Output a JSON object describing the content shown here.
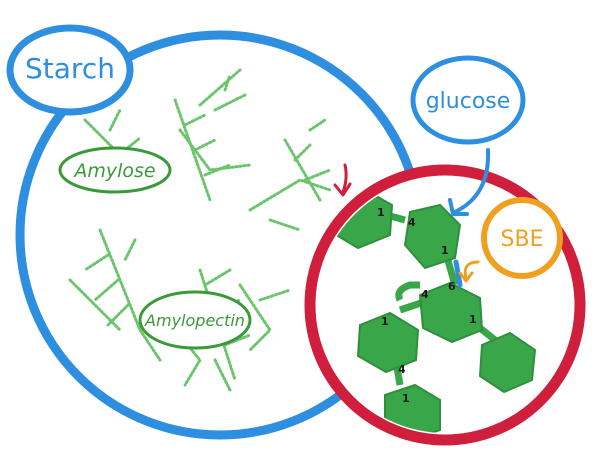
{
  "labels": {
    "starch": "Starch",
    "amylose": "Amylose",
    "amylopectin": "Amylopectin",
    "glucose": "glucose",
    "sbe": "SBE"
  },
  "bond_numbers": {
    "n1_a": "1",
    "n4_a": "4",
    "n1_b": "1",
    "n4_b": "4",
    "n6": "6",
    "n1_c": "1",
    "n1_d": "1",
    "n4_c": "4",
    "n1_e": "1"
  },
  "colors": {
    "starch_circle": "#2e8ee0",
    "zoom_circle": "#cf1f3c",
    "green_text": "#3a9a3a",
    "glucose_hex": "#3aa64a",
    "sbe_orange": "#f0a020",
    "glucose_label_blue": "#2e8ee0",
    "branch_green": "#6cc46c"
  }
}
